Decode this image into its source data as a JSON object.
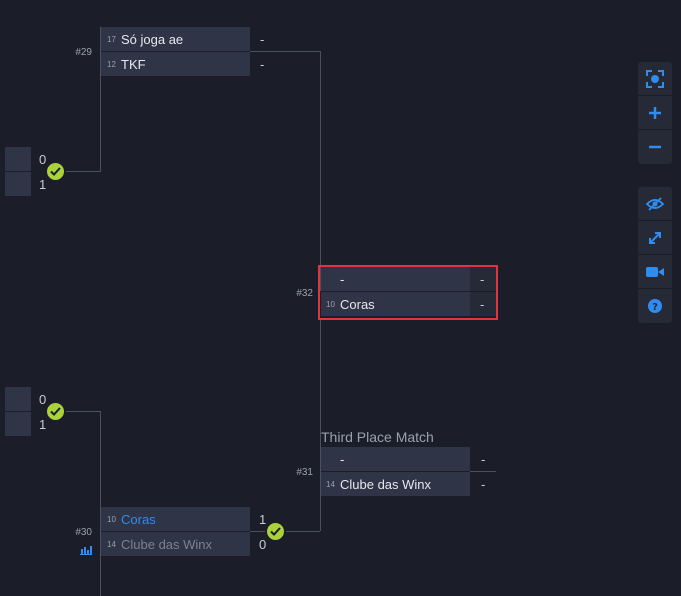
{
  "colors": {
    "background": "#1b1e29",
    "slot": "#2f3446",
    "connector": "#4a5060",
    "accent_blue": "#2f8cf0",
    "winner_check": "#a9d23b",
    "highlight_border": "#e0343f"
  },
  "left_match_top": {
    "scores": [
      "0",
      "1"
    ]
  },
  "left_match_bottom": {
    "scores": [
      "0",
      "1"
    ]
  },
  "match29": {
    "number": "#29",
    "rows": [
      {
        "seed": "17",
        "name": "Só joga ae",
        "score": "-"
      },
      {
        "seed": "12",
        "name": "TKF",
        "score": "-"
      }
    ]
  },
  "match30": {
    "number": "#30",
    "rows": [
      {
        "seed": "10",
        "name": "Coras",
        "score": "1"
      },
      {
        "seed": "14",
        "name": "Clube das Winx",
        "score": "0"
      }
    ],
    "chart_icon": "bar-chart-icon"
  },
  "match32": {
    "number": "#32",
    "rows": [
      {
        "seed": "",
        "name": "-",
        "score": "-"
      },
      {
        "seed": "10",
        "name": "Coras",
        "score": "-"
      }
    ]
  },
  "third_place": {
    "title": "Third Place Match",
    "number": "#31",
    "rows": [
      {
        "seed": "",
        "name": "-",
        "score": "-"
      },
      {
        "seed": "14",
        "name": "Clube das Winx",
        "score": "-"
      }
    ]
  },
  "toolbar_top": [
    {
      "icon": "focus-icon"
    },
    {
      "icon": "zoom-in-icon"
    },
    {
      "icon": "zoom-out-icon"
    }
  ],
  "toolbar_bottom": [
    {
      "icon": "eye-icon"
    },
    {
      "icon": "expand-icon"
    },
    {
      "icon": "video-icon"
    },
    {
      "icon": "help-icon"
    }
  ]
}
